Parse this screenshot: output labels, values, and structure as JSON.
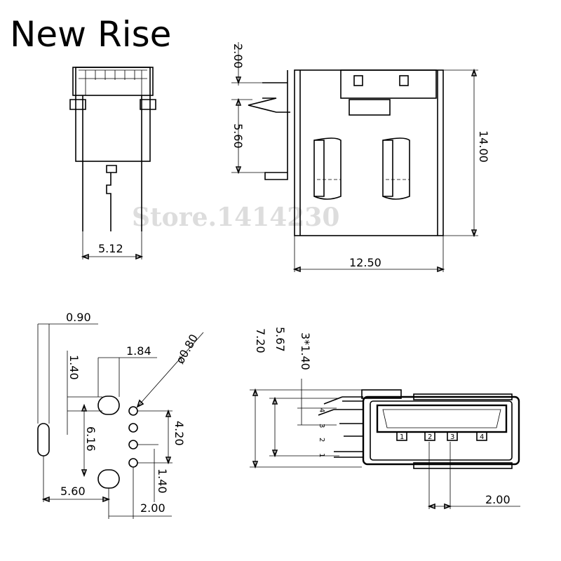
{
  "brand": {
    "name": "New Rise"
  },
  "watermark": {
    "text": "Store.1414230"
  },
  "top_side_view": {
    "width_dim": "5.12"
  },
  "top_front_view": {
    "dim_pin_top": "2.00",
    "dim_pin_span": "5.60",
    "dim_height": "14.00",
    "dim_width": "12.50"
  },
  "pcb_footprint": {
    "dim_slot": "0.90",
    "dim_hole_offset": "1.84",
    "dim_diameter": "ø0.80",
    "dim_slot_gap": "1.40",
    "dim_mount_spacing": "6.16",
    "dim_pin_span": "4.20",
    "dim_pin_pitch": "1.40",
    "dim_mount_x": "5.60",
    "dim_pin_x": "2.00"
  },
  "socket_view": {
    "dim_total": "7.20",
    "dim_inner": "5.67",
    "dim_pitch": "3*1.40",
    "dim_bottom": "2.00",
    "pin_labels": [
      "1",
      "2",
      "3",
      "4"
    ],
    "contact_labels": [
      "1",
      "2",
      "3",
      "4"
    ]
  }
}
